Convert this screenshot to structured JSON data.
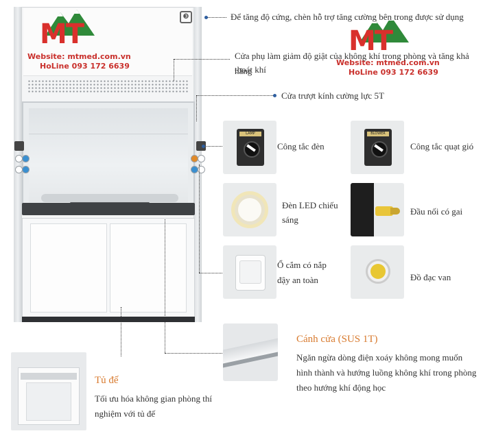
{
  "watermark": {
    "logo_text": "MT",
    "website": "Website: mtmed.com.vn",
    "hotline": "HoLine 093 172 6639"
  },
  "callouts": {
    "top_reinforce": "Để tăng độ cứng, chèn hỗ trợ tăng cường bên trong được sử dụng",
    "baffle_line1": "Cửa phụ làm giảm độ giật của không khí trong phòng và tăng khả năng",
    "baffle_line2": "thoát khí",
    "sash": "Cửa trượt kính cường lực 5T"
  },
  "features": [
    {
      "id": "light-switch",
      "label_lines": [
        "Công tắc đèn"
      ],
      "thumb_text": "LAMP"
    },
    {
      "id": "fan-switch",
      "label_lines": [
        "Công tắc quạt gió"
      ],
      "thumb_text": "BLOWER"
    },
    {
      "id": "led-light",
      "label_lines": [
        "Đèn LED chiếu",
        "sáng"
      ]
    },
    {
      "id": "barbed-fitting",
      "label_lines": [
        "Đầu nối có gai"
      ]
    },
    {
      "id": "safety-outlet",
      "label_lines": [
        "Ổ cắm có nắp",
        "đậy an toàn"
      ]
    },
    {
      "id": "valve",
      "label_lines": [
        "Đồ đạc van"
      ]
    }
  ],
  "door_panel": {
    "title": "Cánh cửa (SUS 1T)",
    "lines": [
      "Ngăn ngừa dòng điện xoáy không mong muốn",
      "hình thành và hướng luồng không khí trong phòng",
      "theo hướng khí động học"
    ]
  },
  "base_cabinet": {
    "title": "Tủ đế",
    "lines": [
      "Tối ưu hóa không gian phòng thí",
      "nghiệm với tủ đế"
    ]
  },
  "colors": {
    "accent_orange": "#d87a2e",
    "watermark_red": "#d9302c",
    "watermark_green": "#2f8a3a",
    "callout_dot": "#2f5fa0"
  }
}
